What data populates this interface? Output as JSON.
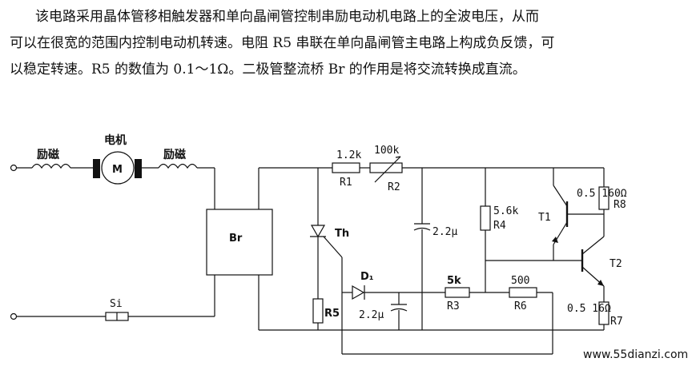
{
  "description": {
    "line1": "该电路采用晶体管移相触发器和单向晶闸管控制串励电动机电路上的全波电压，从而",
    "line2": "可以在很宽的范围内控制电动机转速。电阻 R5 串联在单向晶闸管主电路上构成负反馈，可",
    "line3": "以稳定转速。R5 的数值为 0.1～1Ω。二极管整流桥 Br 的作用是将交流转换成直流。"
  },
  "diagram": {
    "field_left": "励磁",
    "motor_title": "电机",
    "motor_symbol": "M",
    "field_right": "励磁",
    "bridge": "Br",
    "switch": "Si",
    "thyristor": "Th",
    "r5": "R5",
    "diode": "D₁",
    "cap_bottom": "2.2μ",
    "r1_value": "1.2k",
    "r1": "R1",
    "r2_value": "100k",
    "r2": "R2",
    "cap_top": "2.2μ",
    "r4_value": "5.6k",
    "r4": "R4",
    "r3_value": "5k",
    "r3": "R3",
    "r6_value": "500",
    "r6": "R6",
    "t1": "T1",
    "t2": "T2",
    "r8_values": "0.5  160Ω",
    "r8": "R8",
    "r7_values": "0.5  16Ω",
    "r7": "R7",
    "watermark": "www.55dianzi.com"
  }
}
